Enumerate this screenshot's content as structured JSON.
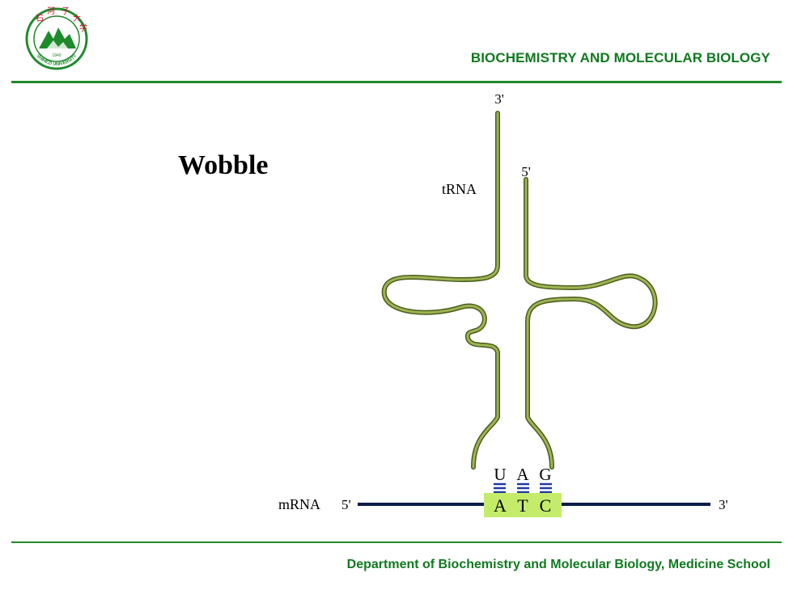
{
  "header": {
    "title": "BIOCHEMISTRY AND MOLECULAR BIOLOGY"
  },
  "logo": {
    "seal_text": "SHIHEZI UNIVERSITY",
    "year": "1949",
    "colors": {
      "ring": "#1f8a2c",
      "mountain": "#1f8a2c",
      "accent": "#c8102e"
    }
  },
  "slide": {
    "title": "Wobble"
  },
  "diagram": {
    "trna_label": "tRNA",
    "trna_3prime": "3'",
    "trna_5prime": "5'",
    "anticodon": [
      "U",
      "A",
      "G"
    ],
    "codon": [
      "A",
      "T",
      "C"
    ],
    "mrna_label": "mRNA",
    "mrna_5prime": "5'",
    "mrna_3prime": "3'",
    "colors": {
      "strand": "#8fa34a",
      "strand_dark": "#4c5d1c",
      "mrna": "#0b1d4a",
      "codon_box": "#c4ec6a",
      "pairing": "#1e3aa8"
    }
  },
  "footer": {
    "text": "Department of Biochemistry and Molecular Biology, Medicine School"
  },
  "colors": {
    "accent_green": "#0f7a1f",
    "rule_green": "#1f8a2c"
  }
}
